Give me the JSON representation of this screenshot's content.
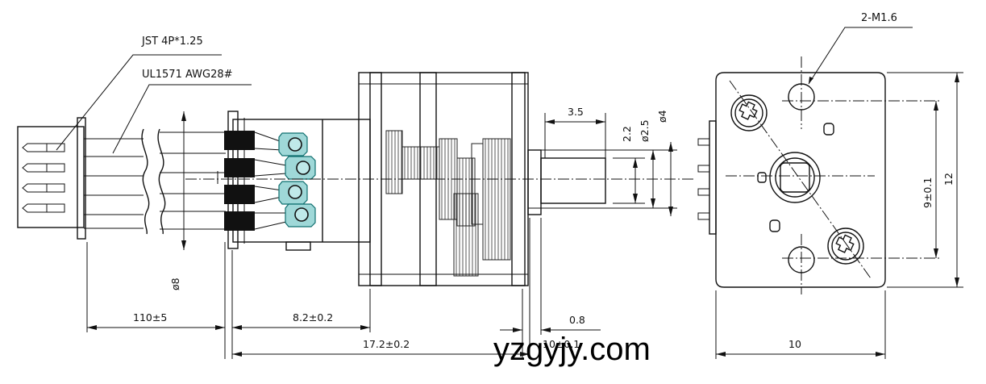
{
  "labels": {
    "connector": "JST 4P*1.25",
    "wire": "UL1571 AWG28#",
    "screws": "2-M1.6"
  },
  "dimensions": {
    "cable_length": "110±5",
    "motor_length": "8.2±0.2",
    "total_length": "17.2±0.2",
    "gearbox_length": "10±0.1",
    "flange": "0.8",
    "shaft_length": "3.5",
    "shaft_flat": "2.2",
    "shaft_dia": "ø2.5",
    "boss_dia": "ø4",
    "motor_dia": "ø8",
    "hole_spacing": "9±0.1",
    "height": "12",
    "width": "10"
  },
  "watermark": "yzgyjy.com",
  "colors": {
    "line": "#111111",
    "pad": "#9fd8d8",
    "pad_stroke": "#0f6f6f"
  }
}
